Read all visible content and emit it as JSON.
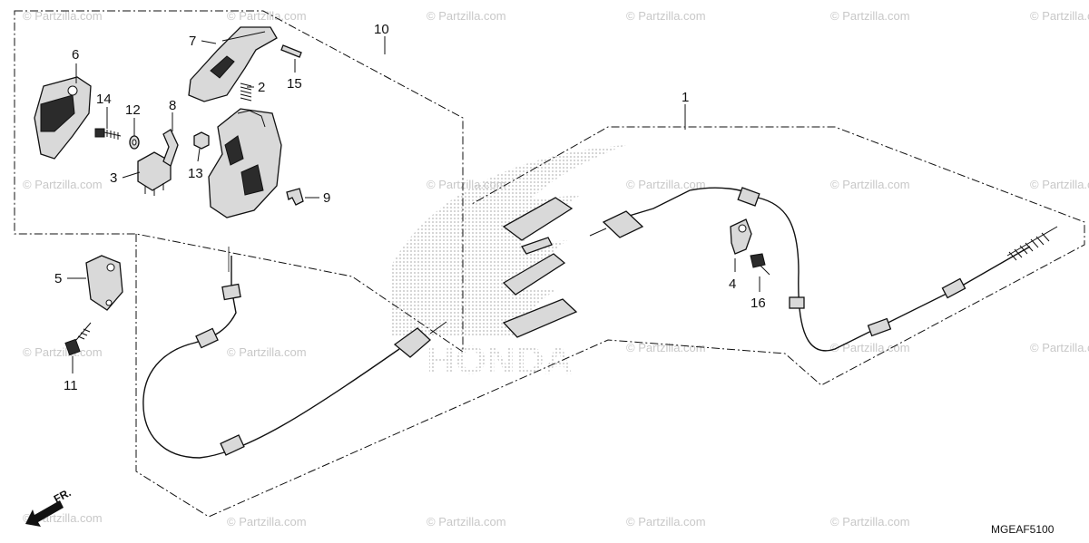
{
  "watermark_text": "© Partzilla.com",
  "diagram_code": "MGEAF5100",
  "direction_label": "FR.",
  "background_logo": "HONDA",
  "callouts": {
    "c1": "1",
    "c2": "2",
    "c3": "3",
    "c4": "4",
    "c5": "5",
    "c6": "6",
    "c7": "7",
    "c8": "8",
    "c9": "9",
    "c10": "10",
    "c11": "11",
    "c12": "12",
    "c13": "13",
    "c14": "14",
    "c15": "15",
    "c16": "16"
  }
}
